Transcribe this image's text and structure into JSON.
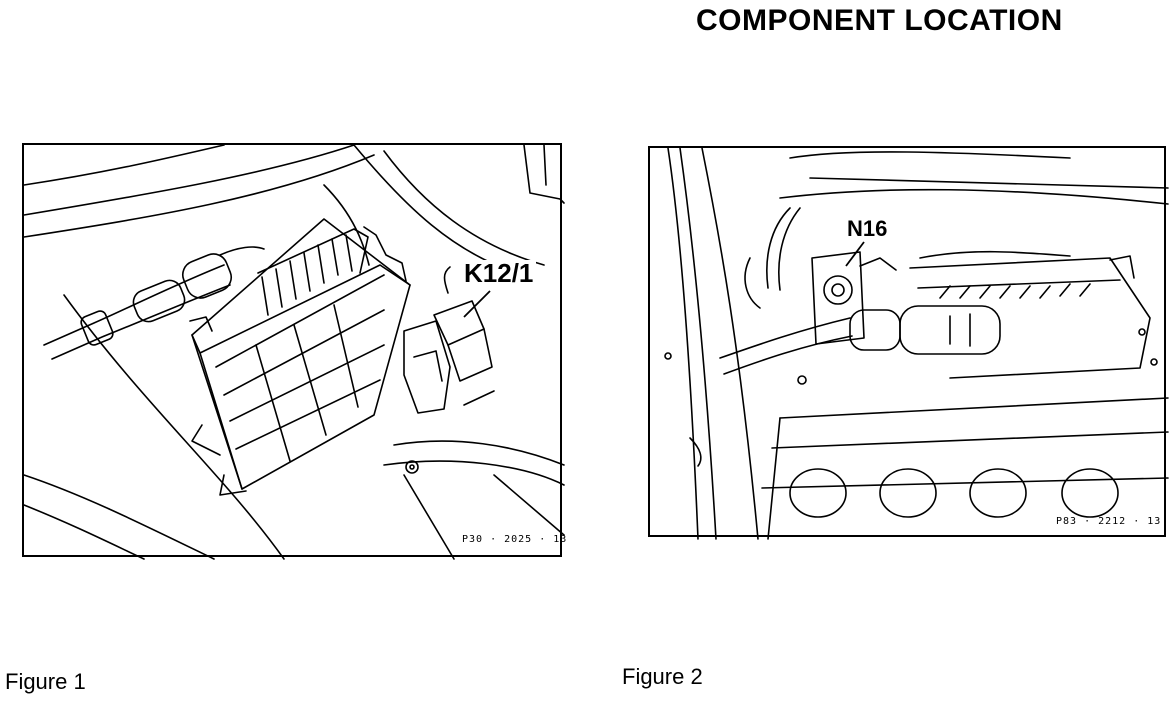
{
  "page": {
    "title": "COMPONENT LOCATION"
  },
  "figures": [
    {
      "caption": "Figure 1",
      "callout": "K12/1",
      "ref_code": "P30 · 2025 · 13"
    },
    {
      "caption": "Figure 2",
      "callout": "N16",
      "ref_code": "P83 · 2212 · 13"
    }
  ]
}
